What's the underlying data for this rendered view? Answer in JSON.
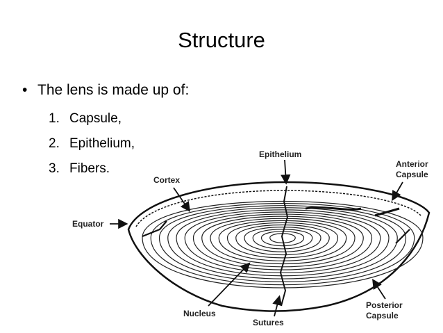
{
  "title": "Structure",
  "bullet": {
    "marker": "•",
    "text": "The lens is made up of:"
  },
  "list": [
    {
      "num": "1.",
      "text": "Capsule,"
    },
    {
      "num": "2.",
      "text": "Epithelium,"
    },
    {
      "num": "3.",
      "text": "Fibers."
    }
  ],
  "diagram": {
    "epithelium": "Epithelium",
    "cortex": "Cortex",
    "anterior_capsule": [
      "Anterior",
      "Capsule"
    ],
    "equator": "Equator",
    "nucleus": "Nucleus",
    "sutures": "Sutures",
    "posterior_capsule": [
      "Posterior",
      "Capsule"
    ]
  }
}
